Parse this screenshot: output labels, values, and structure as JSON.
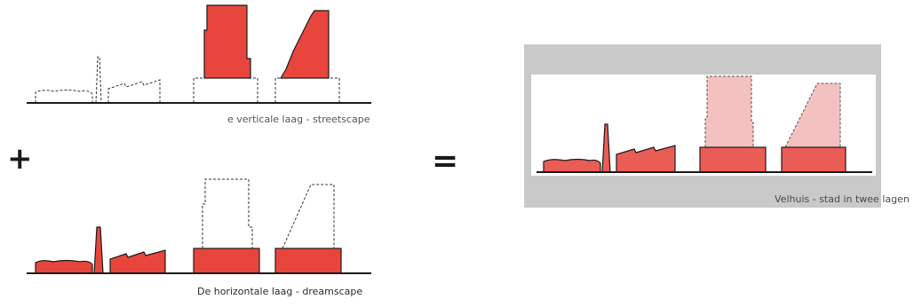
{
  "panels": {
    "vertical": {
      "caption": "e verticale laag - streetscape"
    },
    "horizontal": {
      "caption": "De horizontale laag - dreamscape"
    },
    "combined": {
      "caption": "Velhuis - stad in twee lagen"
    }
  },
  "operators": {
    "plus": "+",
    "equals": "="
  },
  "colors": {
    "solid_red": "#e8463c",
    "light_red": "#f3c1c0",
    "mid_red": "#ea5d56",
    "frame_gray": "#c9c9c9",
    "outline": "#1a1a1a"
  }
}
